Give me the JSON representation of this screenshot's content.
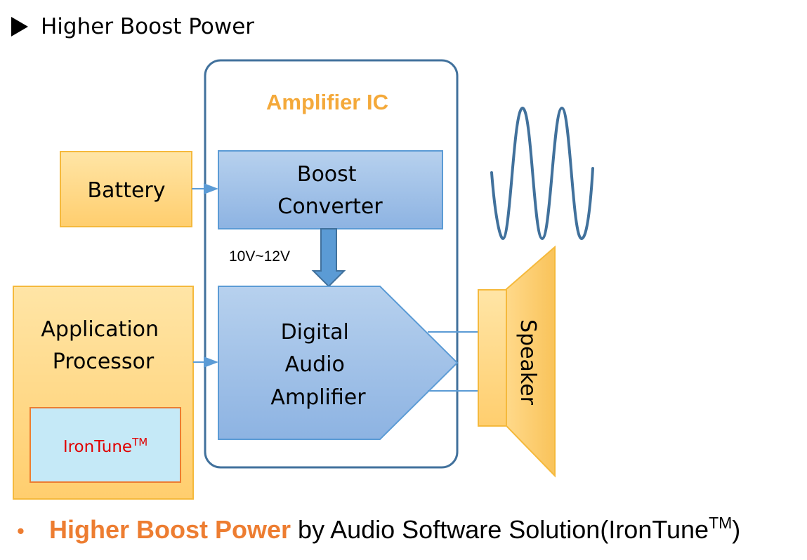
{
  "header": {
    "title": "Higher Boost Power"
  },
  "diagram": {
    "amplifier_ic_label": "Amplifier IC",
    "battery_label": "Battery",
    "boost_converter_lines": [
      "Boost",
      "Converter"
    ],
    "voltage_label": "10V~12V",
    "application_processor_lines": [
      "Application",
      "Processor"
    ],
    "irontune_label": "IronTune",
    "irontune_tm": "TM",
    "digital_audio_amplifier_lines": [
      "Digital",
      "Audio",
      "Amplifier"
    ],
    "speaker_label": "Speaker"
  },
  "footer": {
    "bullet": "•",
    "highlight": "Higher Boost Power",
    "rest": " by Audio Software Solution(IronTune",
    "tm": "TM",
    "close": ")"
  },
  "colors": {
    "orange_text": "#ED7D31",
    "amp_title": "#F4A93A",
    "box_fill_orange": "#FFD98A",
    "box_border_orange": "#F5B93C",
    "blue_fill": "#9DC3E6",
    "blue_border": "#5B9BD5",
    "dark_blue": "#41719C",
    "light_cyan": "#C5E9F7",
    "irontune_red": "#E00000"
  }
}
